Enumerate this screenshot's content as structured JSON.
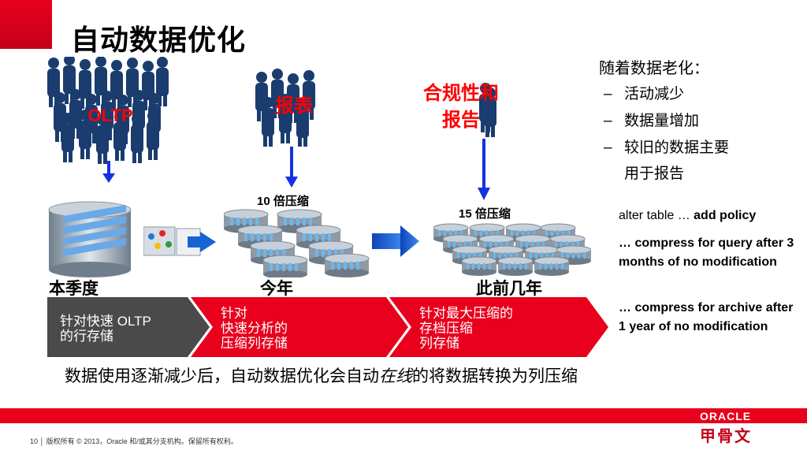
{
  "slide": {
    "title": "自动数据优化",
    "aging_heading": "随着数据老化：",
    "aging_points": [
      "活动减少",
      "数据量增加",
      "较旧的数据主要",
      "用于报告"
    ],
    "policy": {
      "prefix": "alter table … ",
      "bold": "add policy",
      "query": "… compress for query after 3 months of no modification",
      "archive": "… compress for archive after 1 year of no modification"
    },
    "groups": {
      "oltp": "OLTP",
      "report": "报表",
      "compliance_line1": "合规性和",
      "compliance_line2": "报告"
    },
    "compression": {
      "ten": "10 倍压缩",
      "fifteen": "15 倍压缩"
    },
    "eras": {
      "current": "本季度",
      "this_year": "今年",
      "older": "此前几年"
    },
    "chevrons": {
      "one": [
        "针对快速 OLTP",
        "的行存储"
      ],
      "two": [
        "针对",
        "快速分析的",
        "压缩列存储"
      ],
      "three": [
        "针对最大压缩的",
        "存档压缩",
        "列存储"
      ]
    },
    "summary_before": "数据使用逐渐减少后，自动数据优化会自动",
    "summary_italic": "在线",
    "summary_after": "的将数据转换为列压缩",
    "footer": "10 │  版权所有 © 2013，Oracle 和/或其分支机构。保留所有权利。",
    "logo_en": "ORACLE",
    "logo_cn": "甲骨文",
    "colors": {
      "accent_red": "#e8001c",
      "crowd_blue": "#1b3c6e",
      "chevron_gray": "#4a4a4a"
    }
  }
}
